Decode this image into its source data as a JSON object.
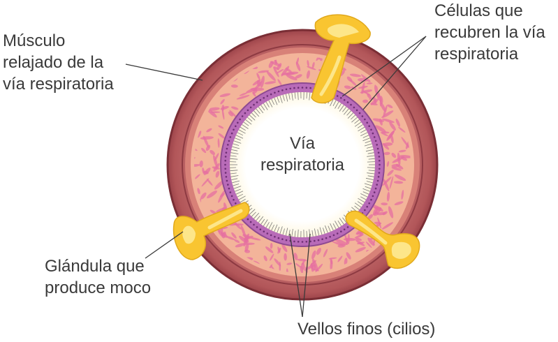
{
  "labels": {
    "muscle": [
      "Músculo",
      "relajado de la",
      "vía respiratoria"
    ],
    "lining_cells": [
      "Células que",
      "recubren la vía",
      "respiratoria"
    ],
    "airway": [
      "Vía",
      "respiratoria"
    ],
    "mucus_gland": [
      "Glándula que",
      "produce moco"
    ],
    "cilia": "Vellos finos (cilios)"
  },
  "colors": {
    "muscle": "#b4595c",
    "muscle_outline": "#7a2e35",
    "tissue": "#f3b49a",
    "tissue_streaks": "#e56fa0",
    "lining": "#b86bb8",
    "gland": "#f9c531",
    "gland_core": "#fde68a",
    "lumen": "#ffffff",
    "leader_line": "#3a3a3a"
  }
}
